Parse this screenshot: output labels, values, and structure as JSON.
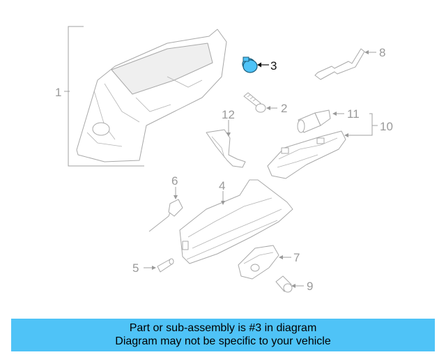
{
  "diagram": {
    "highlight_color": "#4fc3f7",
    "callouts": [
      {
        "id": "1",
        "label": "1"
      },
      {
        "id": "2",
        "label": "2"
      },
      {
        "id": "3",
        "label": "3",
        "highlighted": true
      },
      {
        "id": "4",
        "label": "4"
      },
      {
        "id": "5",
        "label": "5"
      },
      {
        "id": "6",
        "label": "6"
      },
      {
        "id": "7",
        "label": "7"
      },
      {
        "id": "8",
        "label": "8"
      },
      {
        "id": "9",
        "label": "9"
      },
      {
        "id": "10",
        "label": "10"
      },
      {
        "id": "11",
        "label": "11"
      },
      {
        "id": "12",
        "label": "12"
      }
    ]
  },
  "caption": {
    "line1": "Part or sub-assembly is #3 in diagram",
    "line2": "Diagram may not be specific to your vehicle",
    "background": "#4fc3f7"
  }
}
